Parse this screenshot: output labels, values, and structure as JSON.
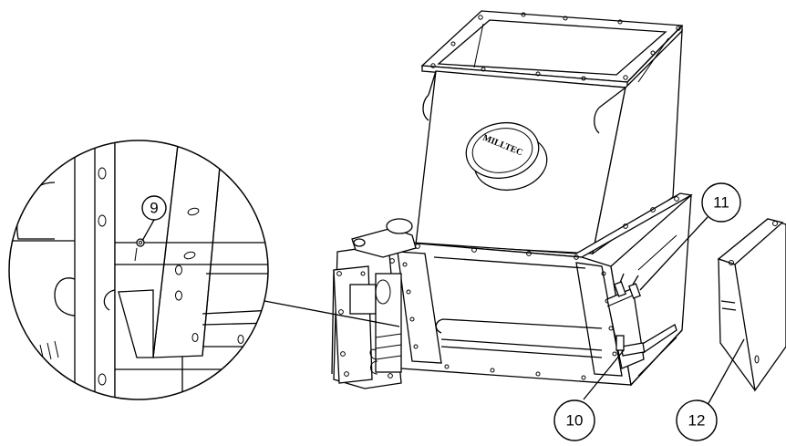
{
  "brand_label": "MILLTEC",
  "callouts": [
    {
      "id": "9",
      "label": "9"
    },
    {
      "id": "10",
      "label": "10"
    },
    {
      "id": "11",
      "label": "11"
    },
    {
      "id": "12",
      "label": "12"
    }
  ]
}
